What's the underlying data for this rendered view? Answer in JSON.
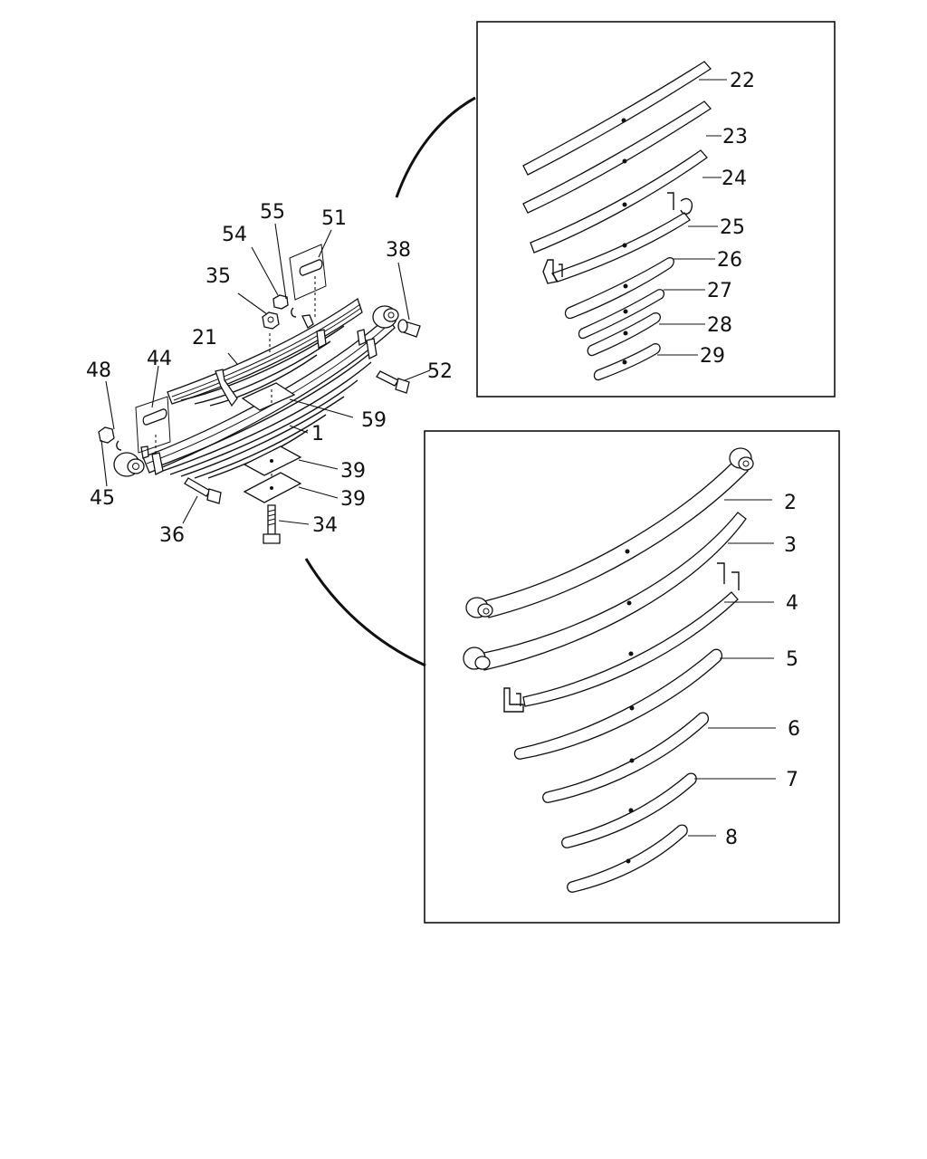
{
  "diagram": {
    "callouts": {
      "c1": "1",
      "c2": "2",
      "c3": "3",
      "c4": "4",
      "c5": "5",
      "c6": "6",
      "c7": "7",
      "c8": "8",
      "c21": "21",
      "c22": "22",
      "c23": "23",
      "c24": "24",
      "c25": "25",
      "c26": "26",
      "c27": "27",
      "c28": "28",
      "c29": "29",
      "c34": "34",
      "c35": "35",
      "c36": "36",
      "c38": "38",
      "c39a": "39",
      "c39b": "39",
      "c44": "44",
      "c45": "45",
      "c48": "48",
      "c51": "51",
      "c52": "52",
      "c54": "54",
      "c55": "55",
      "c59": "59"
    }
  }
}
